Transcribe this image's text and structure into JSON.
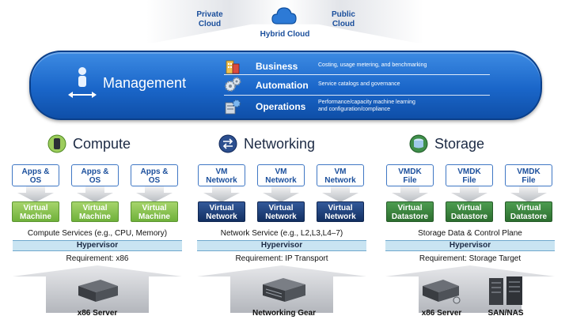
{
  "cloud": {
    "private": "Private\nCloud",
    "public": "Public\nCloud",
    "hybrid": "Hybrid Cloud"
  },
  "management": {
    "title": "Management",
    "rows": [
      {
        "name": "Business",
        "desc": "Costing, usage metering, and benchmarking"
      },
      {
        "name": "Automation",
        "desc": "Service catalogs and governance"
      },
      {
        "name": "Operations",
        "desc": "Performance/capacity machine learning\nand configuration/compliance"
      }
    ]
  },
  "columns": [
    {
      "title": "Compute",
      "top_boxes": [
        "Apps &\nOS",
        "Apps &\nOS",
        "Apps &\nOS"
      ],
      "virtual_boxes": [
        "Virtual\nMachine",
        "Virtual\nMachine",
        "Virtual\nMachine"
      ],
      "service": "Compute Services (e.g., CPU, Memory)",
      "hypervisor": "Hypervisor",
      "requirement": "Requirement: x86",
      "hardware": [
        "x86 Server"
      ]
    },
    {
      "title": "Networking",
      "top_boxes": [
        "VM\nNetwork",
        "VM\nNetwork",
        "VM\nNetwork"
      ],
      "virtual_boxes": [
        "Virtual\nNetwork",
        "Virtual\nNetwork",
        "Virtual\nNetwork"
      ],
      "service": "Network Service (e.g., L2,L3,L4–7)",
      "hypervisor": "Hypervisor",
      "requirement": "Requirement: IP Transport",
      "hardware": [
        "Networking Gear"
      ]
    },
    {
      "title": "Storage",
      "top_boxes": [
        "VMDK\nFile",
        "VMDK\nFile",
        "VMDK\nFile"
      ],
      "virtual_boxes": [
        "Virtual\nDatastore",
        "Virtual\nDatastore",
        "Virtual\nDatastore"
      ],
      "service": "Storage Data & Control Plane",
      "hypervisor": "Hypervisor",
      "requirement": "Requirement: Storage Target",
      "hardware": [
        "x86 Server",
        "SAN/NAS"
      ]
    }
  ],
  "colors": {
    "mgmt_blue": "#1a66c9",
    "green": "#6fb13a",
    "navy": "#122f61",
    "dark_green": "#2c6e2f",
    "hypervisor": "#c9e4f2",
    "label_blue": "#1b4f9c"
  },
  "icons": {
    "cloud": "cloud-icon",
    "management": "person-arrows-icon",
    "business": "building-icon",
    "automation": "gears-icon",
    "operations": "server-gear-icon",
    "compute": "cpu-cylinder-icon",
    "networking": "arrows-exchange-icon",
    "storage": "database-icon"
  }
}
